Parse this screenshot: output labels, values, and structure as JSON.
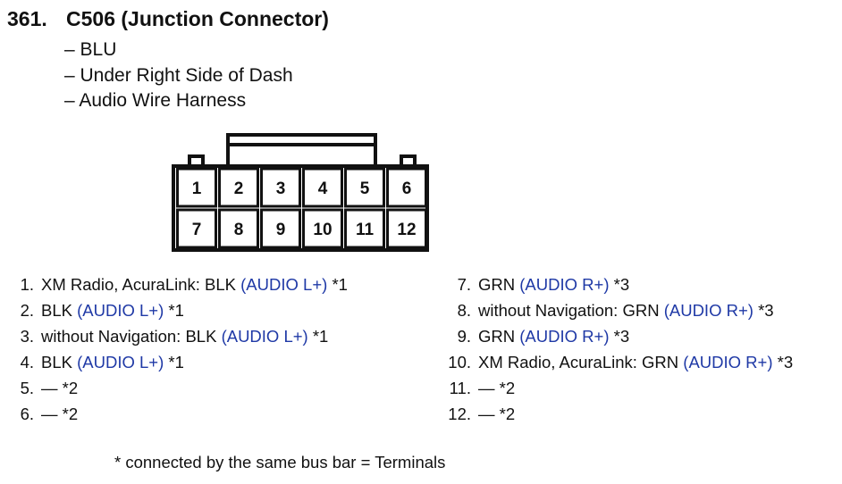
{
  "header": {
    "number": "361.",
    "title": "C506 (Junction Connector)"
  },
  "details": [
    "– BLU",
    "– Under Right Side of Dash",
    "– Audio Wire Harness"
  ],
  "connector": {
    "top_row": [
      "1",
      "2",
      "3",
      "4",
      "5",
      "6"
    ],
    "bottom_row": [
      "7",
      "8",
      "9",
      "10",
      "11",
      "12"
    ]
  },
  "pins_left": [
    {
      "index": "1.",
      "text": "XM Radio, AcuraLink: BLK",
      "signal": "(AUDIO L+)",
      "note": "*1"
    },
    {
      "index": "2.",
      "text": "BLK",
      "signal": "(AUDIO L+)",
      "note": "*1"
    },
    {
      "index": "3.",
      "text": "without Navigation: BLK",
      "signal": "(AUDIO L+)",
      "note": "*1"
    },
    {
      "index": "4.",
      "text": "BLK",
      "signal": "(AUDIO L+)",
      "note": "*1"
    },
    {
      "index": "5.",
      "text": "—",
      "signal": "",
      "note": "*2"
    },
    {
      "index": "6.",
      "text": "—",
      "signal": "",
      "note": "*2"
    }
  ],
  "pins_right": [
    {
      "index": "7.",
      "text": "GRN",
      "signal": "(AUDIO R+)",
      "note": "*3"
    },
    {
      "index": "8.",
      "text": "without Navigation: GRN",
      "signal": "(AUDIO R+)",
      "note": "*3"
    },
    {
      "index": "9.",
      "text": "GRN",
      "signal": "(AUDIO R+)",
      "note": "*3"
    },
    {
      "index": "10.",
      "text": "XM Radio, AcuraLink: GRN",
      "signal": "(AUDIO R+)",
      "note": "*3"
    },
    {
      "index": "11.",
      "text": "—",
      "signal": "",
      "note": "*2"
    },
    {
      "index": "12.",
      "text": "—",
      "signal": "",
      "note": "*2"
    }
  ],
  "footnote": "* connected by the same bus bar = Terminals",
  "colors": {
    "signal": "#1f39a6",
    "text": "#111111"
  }
}
